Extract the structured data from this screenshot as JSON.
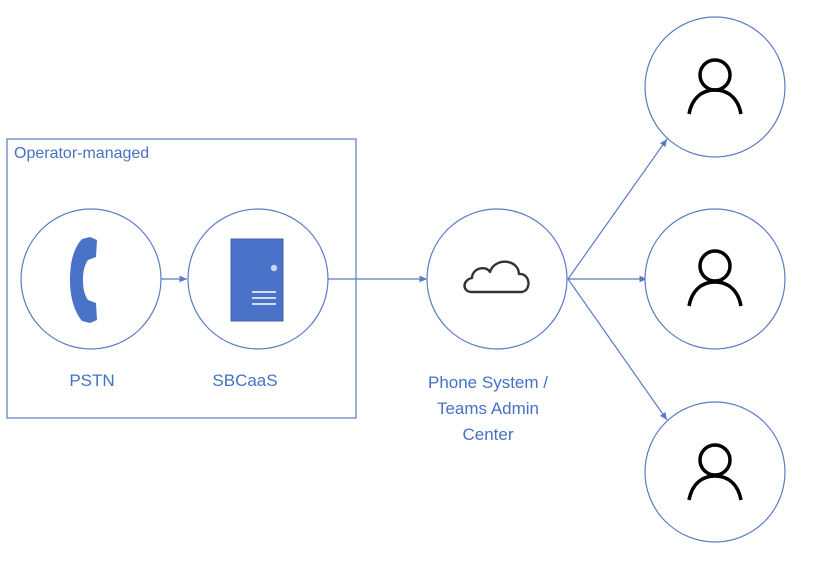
{
  "group": {
    "label": "Operator-managed"
  },
  "nodes": {
    "pstn": {
      "label": "PSTN",
      "icon": "phone-handset-icon"
    },
    "sbcaas": {
      "label": "SBCaaS",
      "icon": "server-icon"
    },
    "phone_system": {
      "label_lines": [
        "Phone System /",
        "Teams Admin",
        "Center"
      ],
      "icon": "cloud-icon"
    },
    "users": [
      {
        "icon": "user-icon"
      },
      {
        "icon": "user-icon"
      },
      {
        "icon": "user-icon"
      }
    ]
  },
  "colors": {
    "accent": "#4472c4",
    "stroke": "#5b7bc4",
    "icon_fill": "#4a72c9",
    "icon_dark": "#000000",
    "cloud_stroke": "#333333"
  }
}
